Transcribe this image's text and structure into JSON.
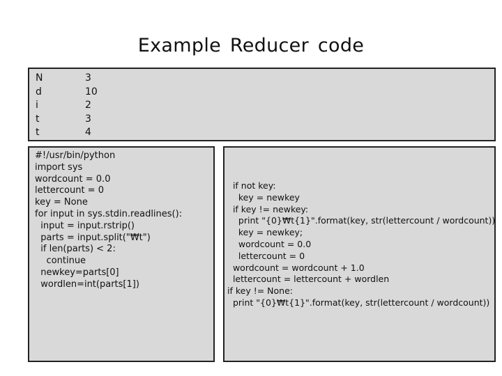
{
  "title": "Example Reducer code",
  "data_table": {
    "keys": [
      "N",
      "d",
      "i",
      "t",
      "t"
    ],
    "values": [
      "3",
      "10",
      "2",
      "3",
      "4"
    ]
  },
  "left_code": {
    "lines": [
      "#!/usr/bin/python",
      "",
      "import sys",
      "",
      "wordcount = 0.0",
      "lettercount = 0",
      "",
      "key = None",
      "for input in sys.stdin.readlines():",
      "  input = input.rstrip()",
      "  parts = input.split(\"₩t\")",
      "",
      "  if len(parts) < 2:",
      "    continue",
      "",
      "  newkey=parts[0]",
      "  wordlen=int(parts[1])"
    ]
  },
  "right_code": {
    "lines": [
      "  if not key:",
      "    key = newkey",
      "",
      "  if key != newkey:",
      "    print \"{0}₩t{1}\".format(key, str(lettercount / wordcount))",
      "    key = newkey;",
      "    wordcount = 0.0",
      "    lettercount = 0",
      "",
      "  wordcount = wordcount + 1.0",
      "  lettercount = lettercount + wordlen",
      "",
      "if key != None:",
      "  print \"{0}₩t{1}\".format(key, str(lettercount / wordcount))"
    ]
  }
}
